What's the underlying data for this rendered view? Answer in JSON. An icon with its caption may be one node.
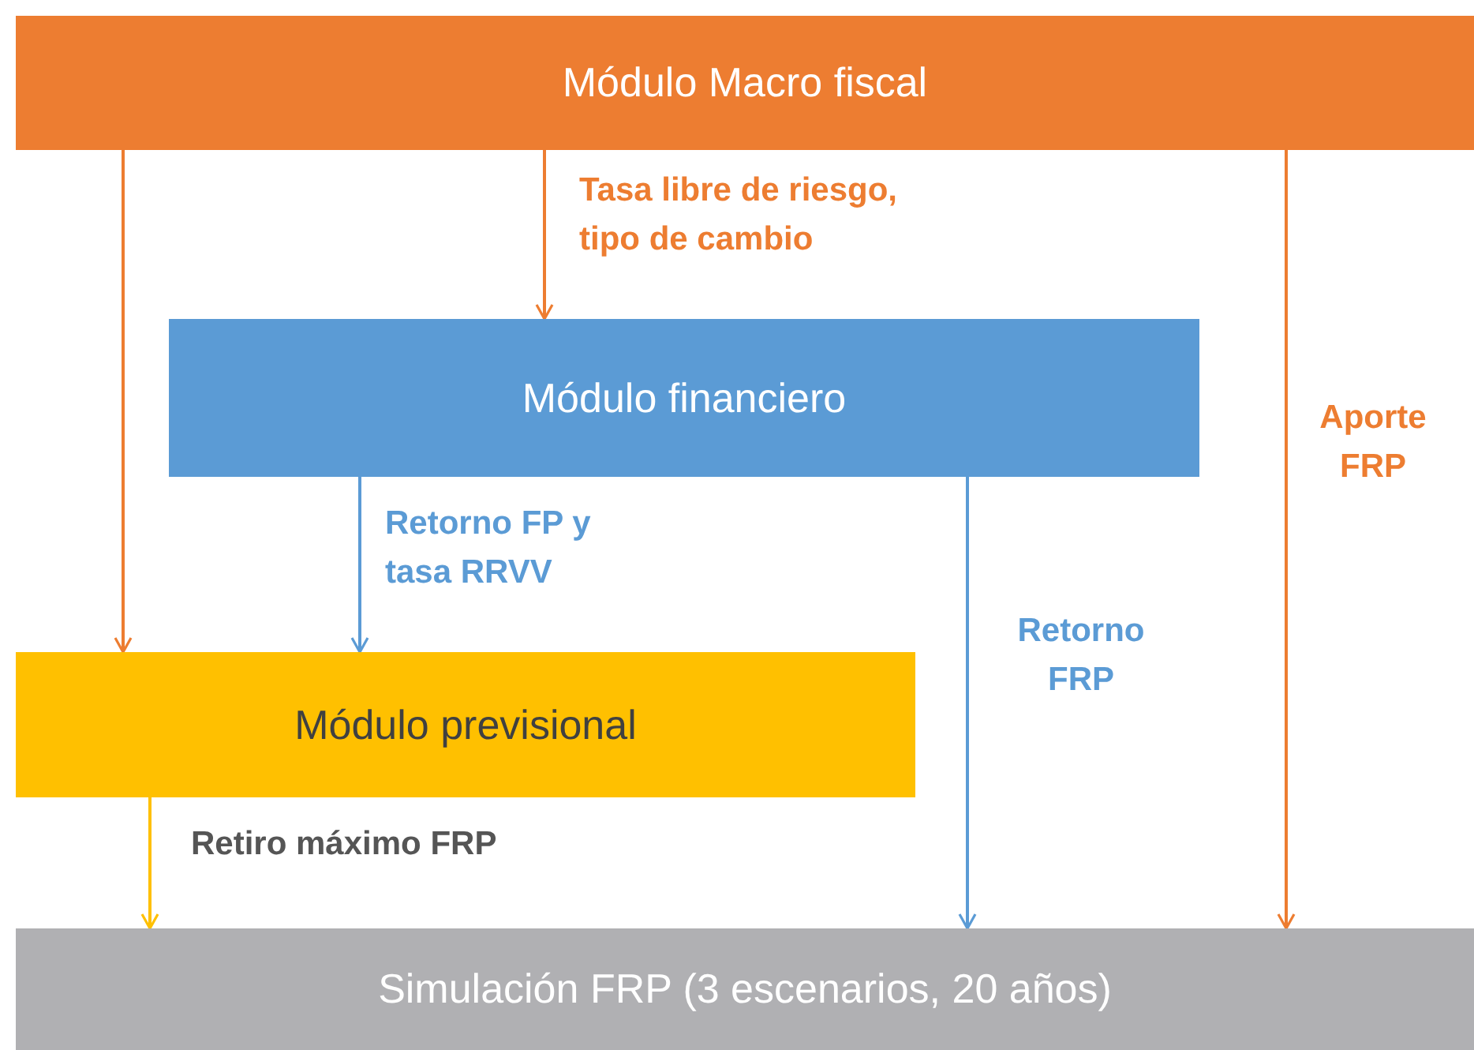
{
  "diagram": {
    "nodes": [
      {
        "text": [
          "Módulo Macro fiscal"
        ]
      },
      {
        "text": [
          "Módulo financiero"
        ]
      },
      {
        "text": [
          "Módulo previsional"
        ]
      },
      {
        "text": [
          "Simulación FRP (3 escenarios, 20 años)"
        ]
      }
    ],
    "edges": [
      {
        "from": 0,
        "to": 2,
        "arrow": "to"
      },
      {
        "from": 0,
        "to": 1,
        "arrow": "to",
        "label": "Tasa libre de riesgo, tipo de cambio"
      },
      {
        "from": 0,
        "to": 3,
        "arrow": "to",
        "label": "Aporte FRP"
      },
      {
        "from": 1,
        "to": 2,
        "arrow": "to",
        "label": "Retorno FP y tasa RRVV",
        "color": "#5b9bd5"
      },
      {
        "from": 1,
        "to": 3,
        "arrow": "to",
        "label": "Retorno FRP",
        "color": "#5b9bd5"
      },
      {
        "from": 2,
        "to": 3,
        "arrow": "to",
        "label": "Retiro máximo FRP",
        "color": "#ffc000"
      }
    ]
  }
}
